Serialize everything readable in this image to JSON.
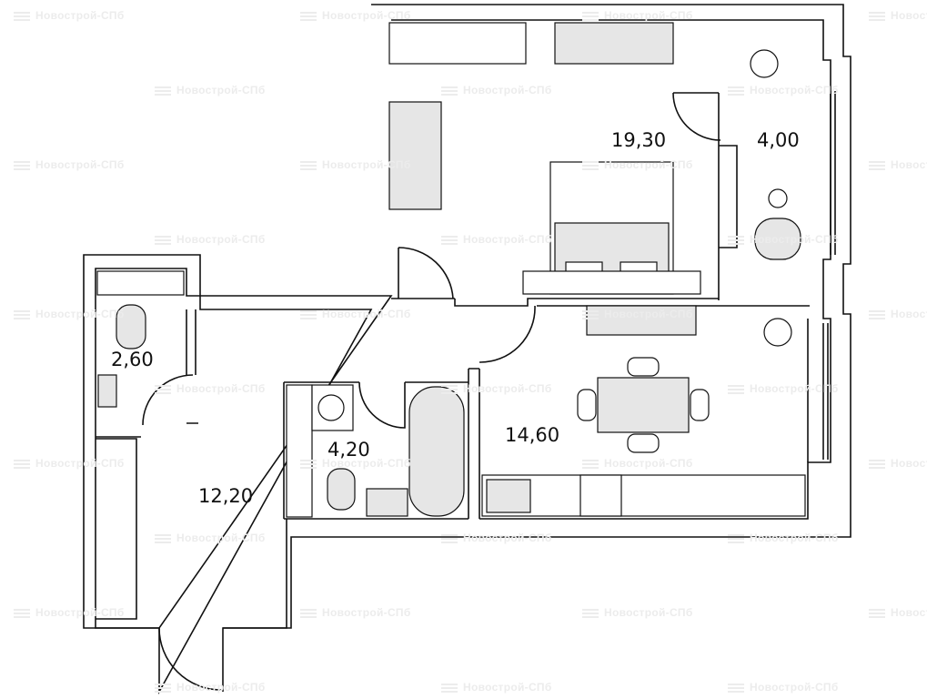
{
  "watermark": "Новострой-СПб",
  "rooms": [
    {
      "name": "bedroom",
      "area": "19,30"
    },
    {
      "name": "loggia",
      "area": "4,00"
    },
    {
      "name": "toilet",
      "area": "2,60"
    },
    {
      "name": "bathroom",
      "area": "4,20"
    },
    {
      "name": "kitchen-living",
      "area": "14,60"
    },
    {
      "name": "hallway",
      "area": "12,20"
    }
  ],
  "colors": {
    "wall": "#111111",
    "furniture_fill": "#e6e6e6",
    "watermark": "#ececec"
  }
}
